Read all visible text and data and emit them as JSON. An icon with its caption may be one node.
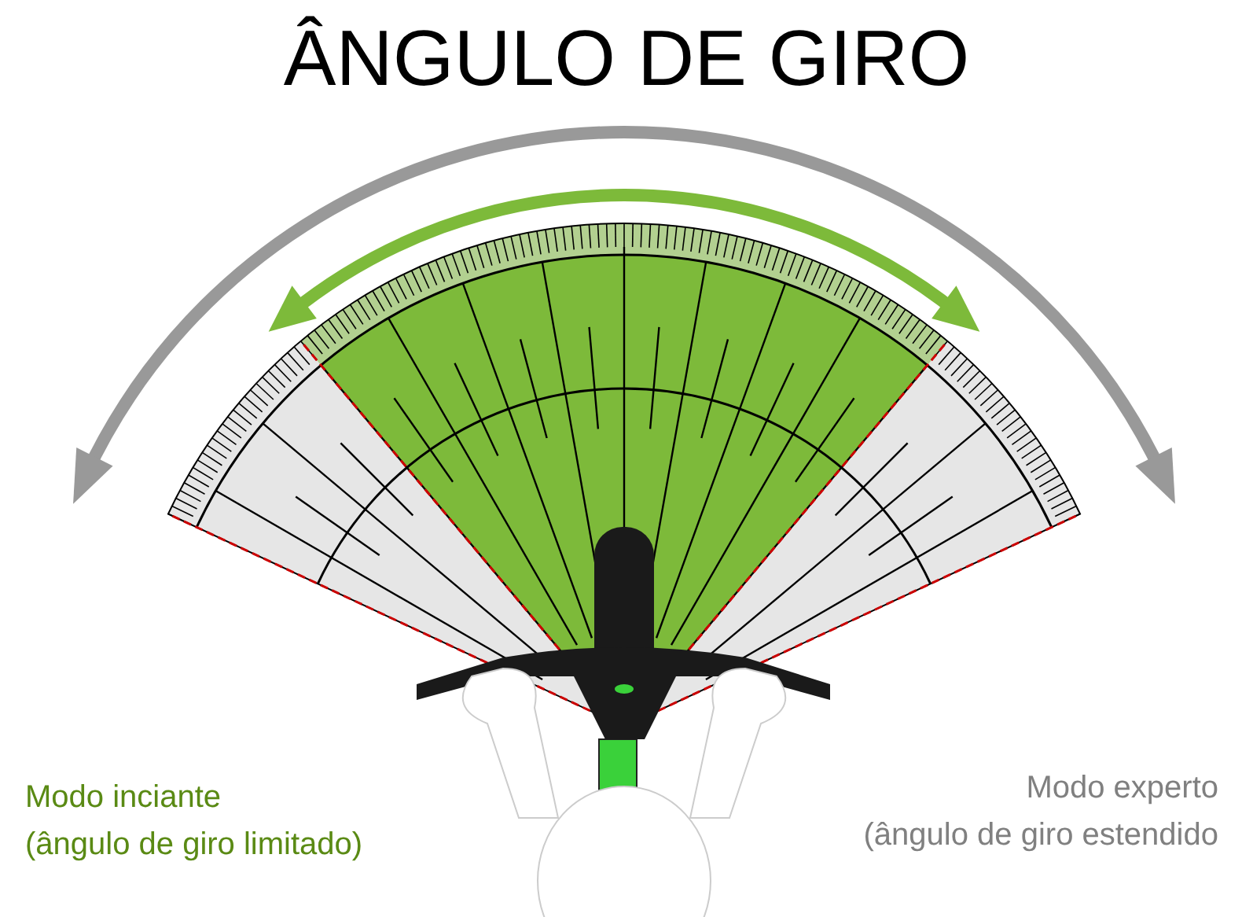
{
  "diagram": {
    "title": "ÂNGULO DE GIRO",
    "labels": [
      "Modo inciante",
      "(ângulo de giro limitado)",
      "Modo experto",
      "(ângulo de giro estendido"
    ]
  }
}
